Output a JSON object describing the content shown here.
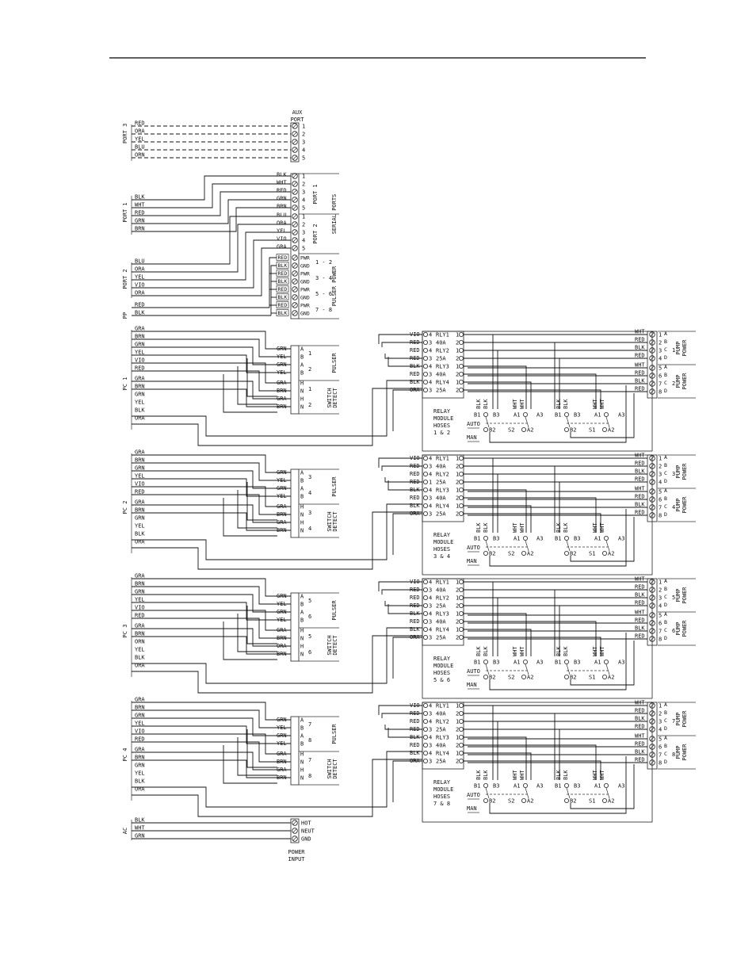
{
  "aux": {
    "label": "PORT 3",
    "wires": [
      "RED",
      "ORA",
      "YEL",
      "BLU",
      "ORN"
    ],
    "title": [
      "AUX",
      "PORT"
    ],
    "pins": [
      "1",
      "2",
      "3",
      "4",
      "5"
    ]
  },
  "serial": {
    "port1_label": "PORT 1",
    "port2_label": "PORT 2",
    "pp_label": "PP",
    "port1_wires": [
      "BLK",
      "WHT",
      "RED",
      "GRN",
      "BRN"
    ],
    "port2_wires": [
      "BLU",
      "ORA",
      "YEL",
      "VIO",
      "ORA"
    ],
    "pp_wires": [
      "RED",
      "BLK"
    ],
    "block1_wires": [
      "BLK",
      "WHT",
      "RED",
      "GRN",
      "BRN"
    ],
    "block2_wires": [
      "BLU",
      "ORA",
      "YEL",
      "VIO",
      "GRA"
    ],
    "pins": [
      "1",
      "2",
      "3",
      "4",
      "5"
    ],
    "port1_text": "PORT 1",
    "port2_text": "PORT 2",
    "serial_ports_text": "SERIAL PORTS",
    "pwr_wires": [
      "RED",
      "BLK",
      "RED",
      "BLK",
      "RED",
      "BLK",
      "RED",
      "BLK"
    ],
    "pwr_pins": [
      "PWR",
      "GND",
      "PWR",
      "GND",
      "PWR",
      "GND",
      "PWR",
      "GND"
    ],
    "pwr_groups": [
      "1 - 2",
      "3 - 4",
      "5 - 6",
      "7 - 8"
    ],
    "pulser_power_text": "PULSER POWER"
  },
  "pc_blocks": [
    {
      "label": "PC 1",
      "left_wires": [
        "GRA",
        "BRN",
        "GRN",
        "YEL",
        "VIO",
        "RED",
        "GRA",
        "BRN",
        "GRN",
        "YEL",
        "BLK",
        "ORA"
      ],
      "term_wires": [
        "GRN",
        "YEL",
        "GRN",
        "YEL",
        "GRA",
        "BRN",
        "GRA",
        "BRN"
      ],
      "term_pins": [
        "A",
        "B",
        "A",
        "B",
        "H",
        "N",
        "H",
        "N"
      ],
      "num_labels": [
        "1",
        "2",
        "1",
        "2"
      ],
      "pulser_text": "PULSER",
      "switch_text": "SWITCH DETECT",
      "relay_wires": [
        "VIO",
        "RED",
        "RED",
        "RED",
        "BLK",
        "RED",
        "BLK",
        "ORA"
      ],
      "relay_left": [
        "4",
        "3",
        "4",
        "3",
        "4",
        "3",
        "4",
        "3"
      ],
      "relay_mid": [
        "RLY1",
        "40A",
        "RLY2",
        "25A",
        "RLY3",
        "40A",
        "RLY4",
        "25A"
      ],
      "relay_right": [
        "1",
        "2",
        "1",
        "2",
        "1",
        "2",
        "1",
        "2"
      ],
      "module_text": [
        "RELAY",
        "MODULE",
        "HOSES",
        "1 & 2"
      ],
      "auto_text": "AUTO",
      "man_text": "MAN",
      "coil_wires": [
        "BLK",
        "BLK",
        "WHT",
        "WHT",
        "BLK",
        "BLK",
        "WHT",
        "WHT"
      ],
      "contact_top": [
        "B1",
        "B3",
        "A1",
        "A3",
        "B1",
        "B3",
        "A1",
        "A3"
      ],
      "contact_bottom": [
        "B2",
        "S2",
        "A2",
        "B2",
        "S1",
        "A2"
      ],
      "pump_wires": [
        "WHT",
        "RED",
        "BLK",
        "RED",
        "WHT",
        "RED",
        "BLK",
        "RED"
      ],
      "pump_pins": [
        "1",
        "2",
        "3",
        "4",
        "5",
        "6",
        "7",
        "8"
      ],
      "pump_sub": [
        "A",
        "B",
        "C",
        "D",
        "A",
        "B",
        "C",
        "D"
      ],
      "pump_nums": [
        "1",
        "2"
      ],
      "pump_power_text": "PUMP POWER"
    },
    {
      "label": "PC 2",
      "left_wires": [
        "GRA",
        "BRN",
        "GRN",
        "YEL",
        "VIO",
        "RED",
        "GRA",
        "BRN",
        "GRN",
        "YEL",
        "BLK",
        "ORA"
      ],
      "term_wires": [
        "GRN",
        "YEL",
        "GRN",
        "YEL",
        "GRA",
        "BRN",
        "GRA",
        "BRN"
      ],
      "term_pins": [
        "A",
        "B",
        "A",
        "B",
        "H",
        "N",
        "H",
        "N"
      ],
      "num_labels": [
        "3",
        "4",
        "3",
        "4"
      ],
      "pulser_text": "PULSER",
      "switch_text": "SWITCH DETECT",
      "relay_wires": [
        "VIO",
        "RED",
        "RED",
        "RED",
        "BLK",
        "RED",
        "BLK",
        "ORA"
      ],
      "relay_left": [
        "4",
        "3",
        "4",
        "1",
        "4",
        "3",
        "4",
        "3"
      ],
      "relay_mid": [
        "RLY1",
        "40A",
        "RLY2",
        "25A",
        "RLY3",
        "40A",
        "RLY4",
        "25A"
      ],
      "relay_right": [
        "1",
        "2",
        "1",
        "2",
        "1",
        "2",
        "1",
        "2"
      ],
      "module_text": [
        "RELAY",
        "MODULE",
        "HOSES",
        "3 & 4"
      ],
      "auto_text": "AUTO",
      "man_text": "MAN",
      "coil_wires": [
        "BLK",
        "BLK",
        "WHT",
        "WHT",
        "BLK",
        "BLK",
        "WHT",
        "WHT"
      ],
      "contact_top": [
        "B1",
        "B3",
        "A1",
        "A3",
        "B1",
        "B3",
        "A1",
        "A3"
      ],
      "contact_bottom": [
        "B2",
        "S2",
        "A2",
        "B2",
        "S1",
        "A2"
      ],
      "pump_wires": [
        "WHT",
        "RED",
        "BLK",
        "RED",
        "WHT",
        "RED",
        "BLK",
        "RED"
      ],
      "pump_pins": [
        "1",
        "2",
        "3",
        "4",
        "5",
        "6",
        "7",
        "8"
      ],
      "pump_sub": [
        "A",
        "B",
        "C",
        "D",
        "A",
        "B",
        "C",
        "D"
      ],
      "pump_nums": [
        "3",
        "4"
      ],
      "pump_power_text": "PUMP POWER"
    },
    {
      "label": "PC 3",
      "left_wires": [
        "GRA",
        "BRN",
        "GRN",
        "YEL",
        "VIO",
        "RED",
        "GRA",
        "BRN",
        "ORN",
        "YEL",
        "BLK",
        "ORA"
      ],
      "term_wires": [
        "GRN",
        "YEL",
        "GRN",
        "YEL",
        "GRA",
        "BRN",
        "ORA",
        "BRN"
      ],
      "term_pins": [
        "A",
        "B",
        "A",
        "B",
        "H",
        "N",
        "H",
        "N"
      ],
      "num_labels": [
        "5",
        "6",
        "5",
        "6"
      ],
      "pulser_text": "PULSER",
      "switch_text": "SWITCH DETECT",
      "relay_wires": [
        "VIO",
        "RED",
        "RED",
        "RED",
        "BLK",
        "RED",
        "BLK",
        "ORA"
      ],
      "relay_left": [
        "4",
        "3",
        "4",
        "3",
        "4",
        "3",
        "4",
        "3"
      ],
      "relay_mid": [
        "RLY1",
        "40A",
        "RLY2",
        "25A",
        "RLY3",
        "40A",
        "RLY4",
        "25A"
      ],
      "relay_right": [
        "1",
        "2",
        "1",
        "2",
        "1",
        "2",
        "1",
        "2"
      ],
      "module_text": [
        "RELAY",
        "MODULE",
        "HOSES",
        "5 & 6"
      ],
      "auto_text": "AUTO",
      "man_text": "MAN",
      "coil_wires": [
        "BLK",
        "BLK",
        "WHT",
        "WHT",
        "BLK",
        "BLK",
        "WHT",
        "WHT"
      ],
      "contact_top": [
        "B1",
        "B3",
        "A1",
        "A3",
        "B1",
        "B3",
        "A1",
        "A3"
      ],
      "contact_bottom": [
        "B2",
        "S2",
        "A2",
        "B2",
        "S1",
        "A2"
      ],
      "pump_wires": [
        "WHT",
        "RED",
        "BLK",
        "RED",
        "WHT",
        "RED",
        "BLK",
        "RED"
      ],
      "pump_pins": [
        "1",
        "2",
        "3",
        "4",
        "5",
        "6",
        "7",
        "8"
      ],
      "pump_sub": [
        "A",
        "B",
        "C",
        "D",
        "A",
        "B",
        "C",
        "D"
      ],
      "pump_nums": [
        "5",
        "6"
      ],
      "pump_power_text": "PUMP POWER"
    },
    {
      "label": "PC 4",
      "left_wires": [
        "GRA",
        "BRN",
        "GRN",
        "YEL",
        "VIO",
        "RED",
        "GRA",
        "BRN",
        "GRN",
        "YEL",
        "BLK",
        "ORA"
      ],
      "term_wires": [
        "GRN",
        "YEL",
        "GRN",
        "YEL",
        "GRA",
        "BRN",
        "GRA",
        "BRN"
      ],
      "term_pins": [
        "A",
        "B",
        "A",
        "B",
        "H",
        "N",
        "H",
        "N"
      ],
      "num_labels": [
        "7",
        "8",
        "7",
        "8"
      ],
      "pulser_text": "PULSER",
      "switch_text": "SWITCH DETECT",
      "relay_wires": [
        "VIO",
        "RED",
        "RED",
        "RED",
        "BLK",
        "RED",
        "BLK",
        "ORA"
      ],
      "relay_left": [
        "4",
        "3",
        "4",
        "3",
        "4",
        "3",
        "4",
        "3"
      ],
      "relay_mid": [
        "RLY1",
        "40A",
        "RLY2",
        "25A",
        "RLY3",
        "40A",
        "RLY4",
        "25A"
      ],
      "relay_right": [
        "1",
        "2",
        "1",
        "2",
        "1",
        "2",
        "1",
        "2"
      ],
      "module_text": [
        "RELAY",
        "MODULE",
        "HOSES",
        "7 & 8"
      ],
      "auto_text": "AUTO",
      "man_text": "MAN",
      "coil_wires": [
        "BLK",
        "BLK",
        "WHT",
        "WHT",
        "BLK",
        "BLK",
        "WHT",
        "WHT"
      ],
      "contact_top": [
        "B1",
        "B3",
        "A1",
        "A3",
        "B1",
        "B3",
        "A1",
        "A3"
      ],
      "contact_bottom": [
        "B2",
        "S2",
        "A2",
        "B2",
        "S1",
        "A2"
      ],
      "pump_wires": [
        "WHT",
        "RED",
        "BLK",
        "RED",
        "WHT",
        "RED",
        "BLK",
        "RED"
      ],
      "pump_pins": [
        "1",
        "2",
        "3",
        "4",
        "5",
        "6",
        "7",
        "8"
      ],
      "pump_sub": [
        "A",
        "B",
        "C",
        "D",
        "A",
        "B",
        "C",
        "D"
      ],
      "pump_nums": [
        "7",
        "8"
      ],
      "pump_power_text": "PUMP POWER"
    }
  ],
  "ac": {
    "label": "AC",
    "wires": [
      "BLK",
      "WHT",
      "GRN"
    ],
    "pins": [
      "HOT",
      "NEUT",
      "GND"
    ],
    "title": [
      "POWER",
      "INPUT"
    ]
  }
}
